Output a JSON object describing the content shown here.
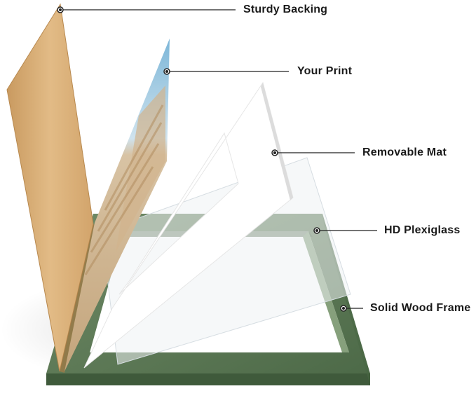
{
  "callouts": [
    {
      "id": "backing",
      "label": "Sturdy Backing"
    },
    {
      "id": "print",
      "label": "Your Print"
    },
    {
      "id": "mat",
      "label": "Removable Mat"
    },
    {
      "id": "plexiglass",
      "label": "HD Plexiglass"
    },
    {
      "id": "frame",
      "label": "Solid Wood Frame"
    }
  ],
  "colors": {
    "frame": "#5f7a57",
    "frame_dark": "#3f5a3b",
    "backing": "#d9ae78",
    "mat": "#ffffff",
    "leader_line": "#222222",
    "label_text": "#1a1a1a"
  },
  "icons": [
    "leader-dot"
  ]
}
